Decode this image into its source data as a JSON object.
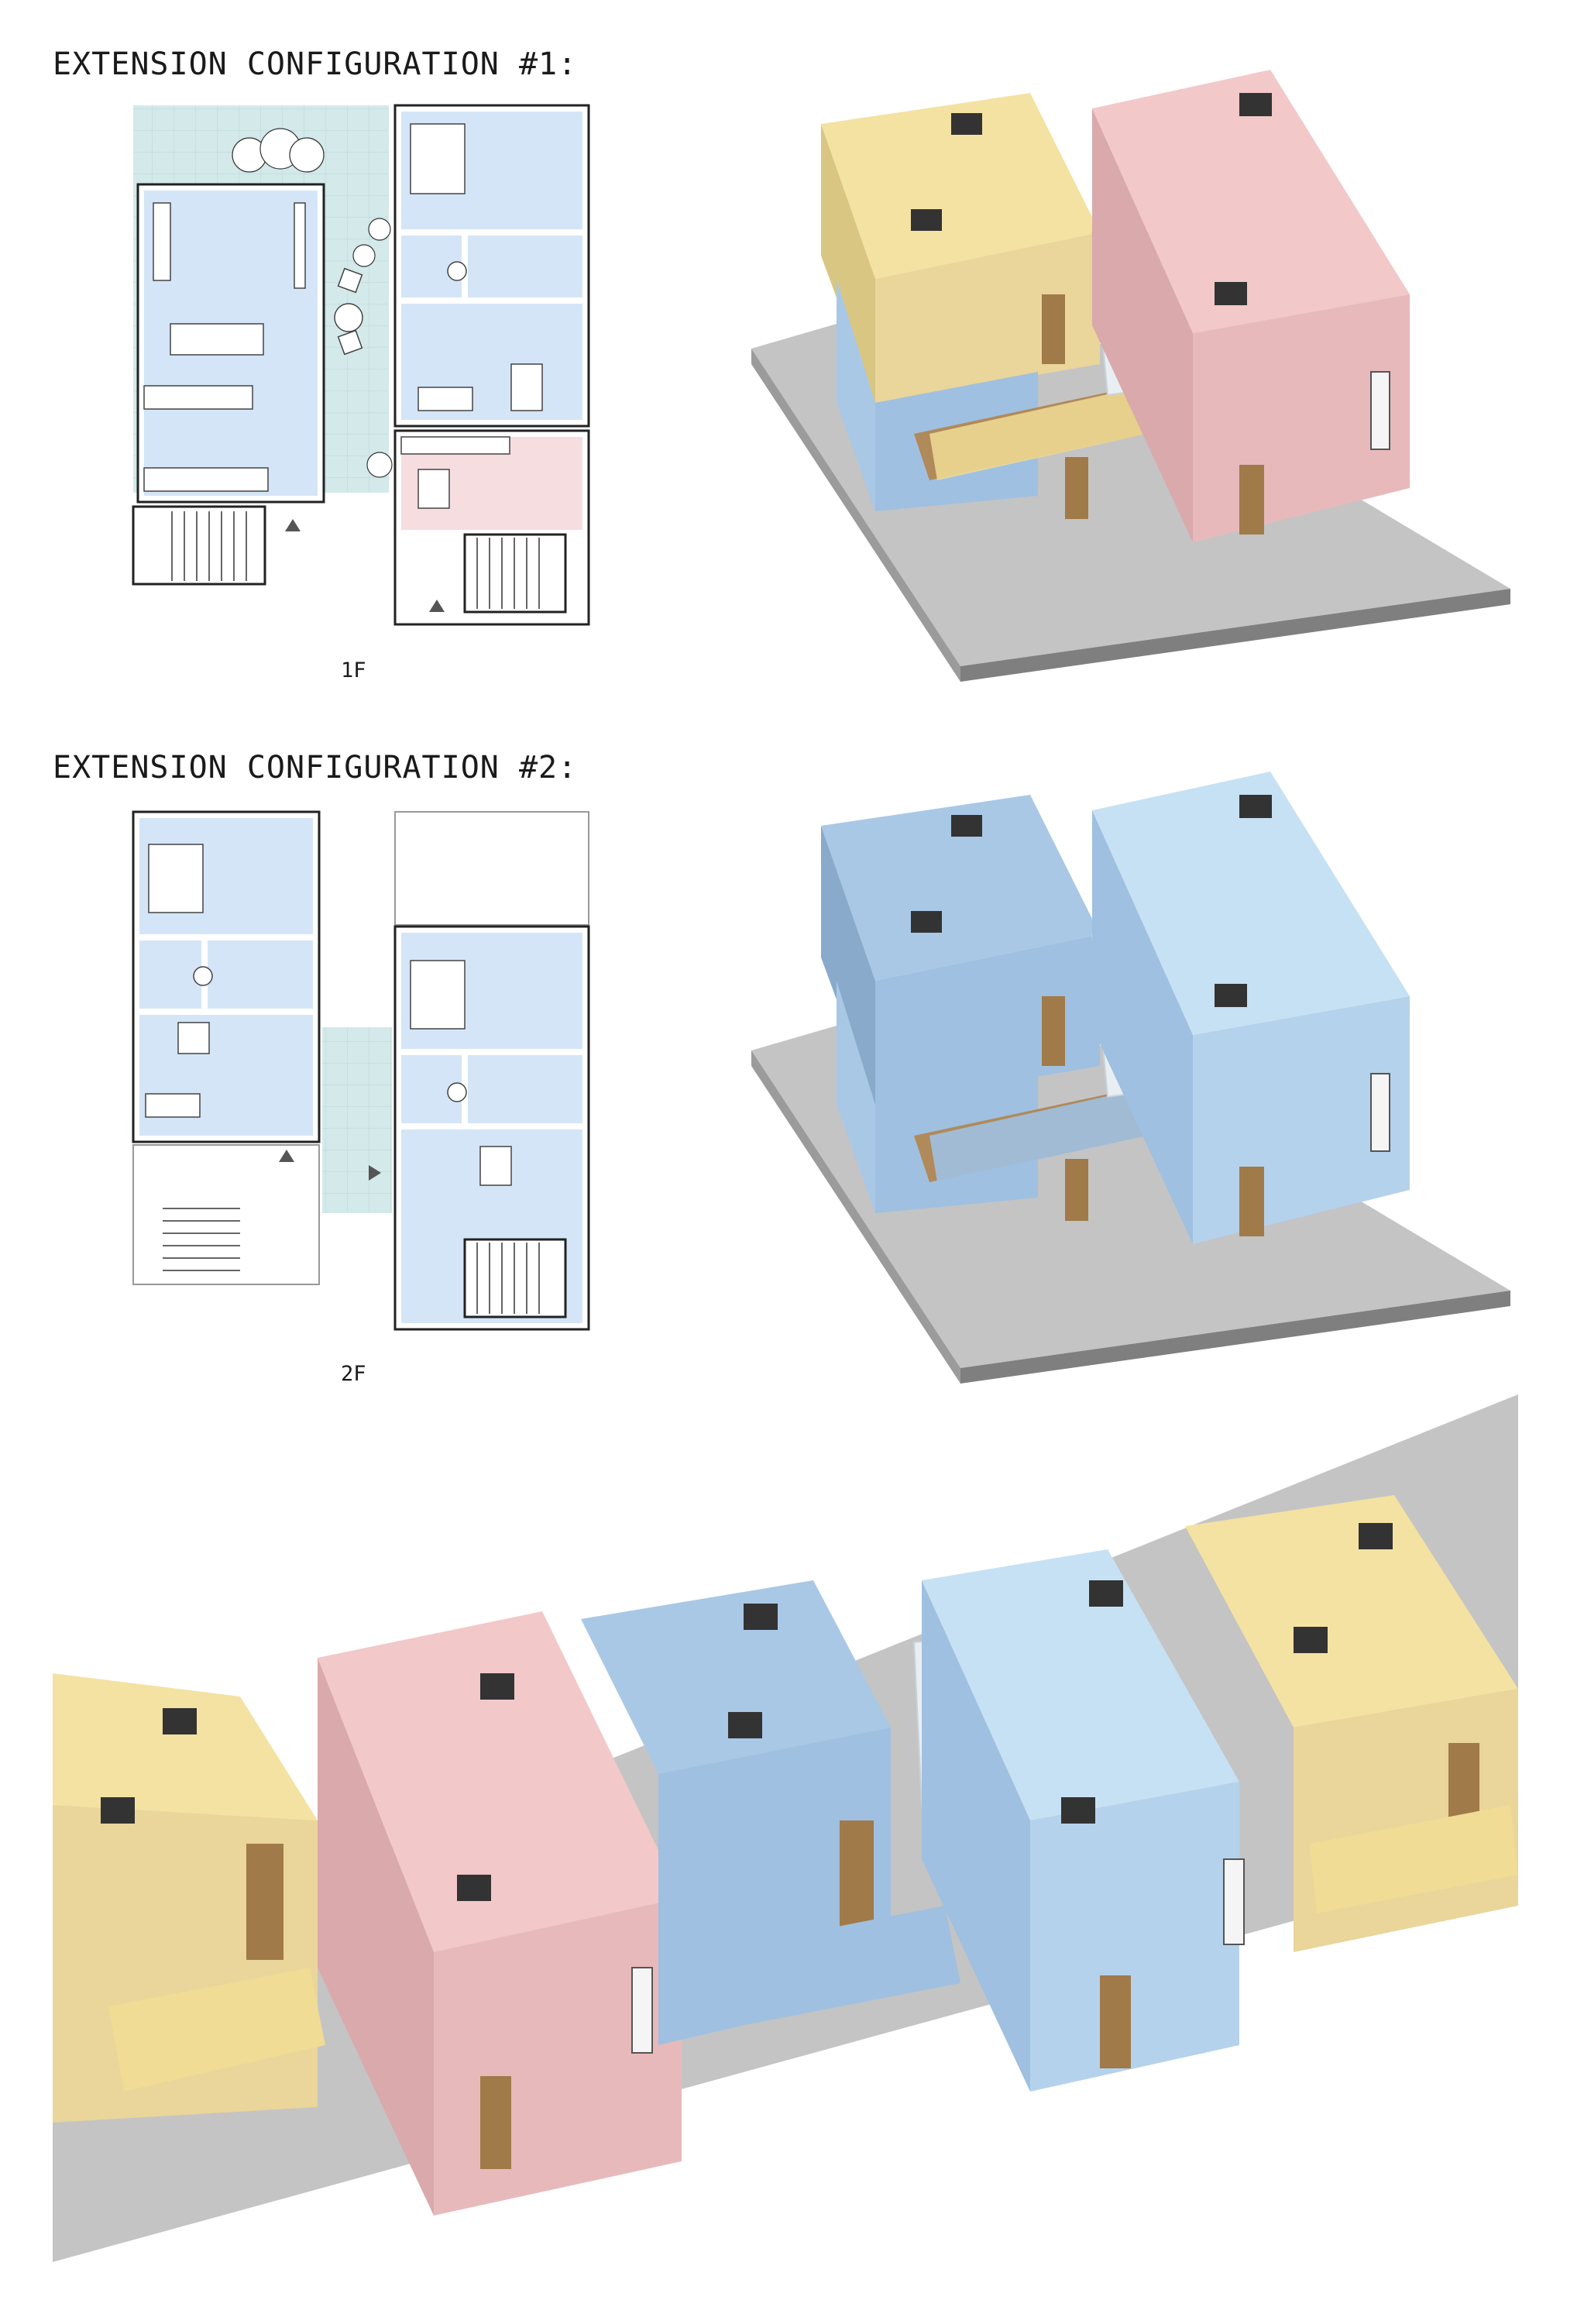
{
  "sections": [
    {
      "title": "EXTENSION CONFIGURATION #1:",
      "floor_label": "1F"
    },
    {
      "title": "EXTENSION CONFIGURATION #2:",
      "floor_label": "2F"
    }
  ],
  "colors": {
    "yellow": "#f3e2a2",
    "yellow_dark": "#d9c682",
    "pink": "#f2c8c9",
    "pink_dark": "#d9a9ab",
    "blue": "#a9c8e6",
    "blue_dark": "#89aacb",
    "light_blue": "#c6e1f3",
    "ground": "#bdbdbd",
    "ground_dark": "#8f8f8f",
    "wood": "#b08a5a",
    "room_blue": "#d4e5f7",
    "room_pink": "#f6dde0",
    "courtyard": "#d3e9ea"
  }
}
